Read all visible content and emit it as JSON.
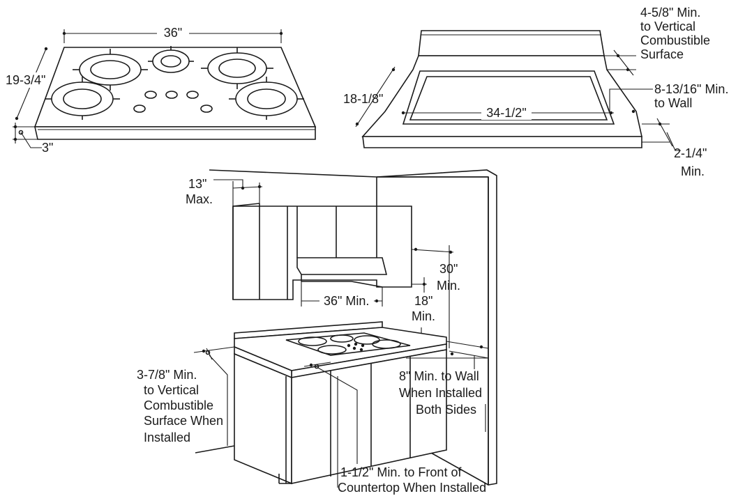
{
  "labels": {
    "cooktop_width": "36\"",
    "cooktop_depth": "19-3/4\"",
    "cooktop_height": "3\"",
    "cutout_width": "34-1/2\"",
    "cutout_depth": "18-1/8\"",
    "rear_to_combustible": [
      "4-5/8\" Min.",
      "to Vertical",
      "Combustible",
      "Surface"
    ],
    "rear_to_wall": [
      "8-13/16\" Min.",
      "to Wall"
    ],
    "front_min": [
      "2-1/4\"",
      "Min."
    ],
    "cabinet_depth_max": [
      "13\"",
      "Max."
    ],
    "hood_width_min": "36\" Min.",
    "hood_height_min": [
      "30\"",
      "Min."
    ],
    "upper_cabinet_min": [
      "18\"",
      "Min."
    ],
    "side_to_combustible": [
      "3-7/8\" Min.",
      "to Vertical",
      "Combustible",
      "Surface When",
      "Installed"
    ],
    "side_to_wall": [
      "8\" Min. to Wall",
      "When Installed",
      "Both Sides"
    ],
    "front_of_countertop": [
      "1-1/2\" Min. to Front of",
      "Countertop When Installed"
    ]
  },
  "colors": {
    "line": "#1a1a1a",
    "background": "#ffffff"
  }
}
